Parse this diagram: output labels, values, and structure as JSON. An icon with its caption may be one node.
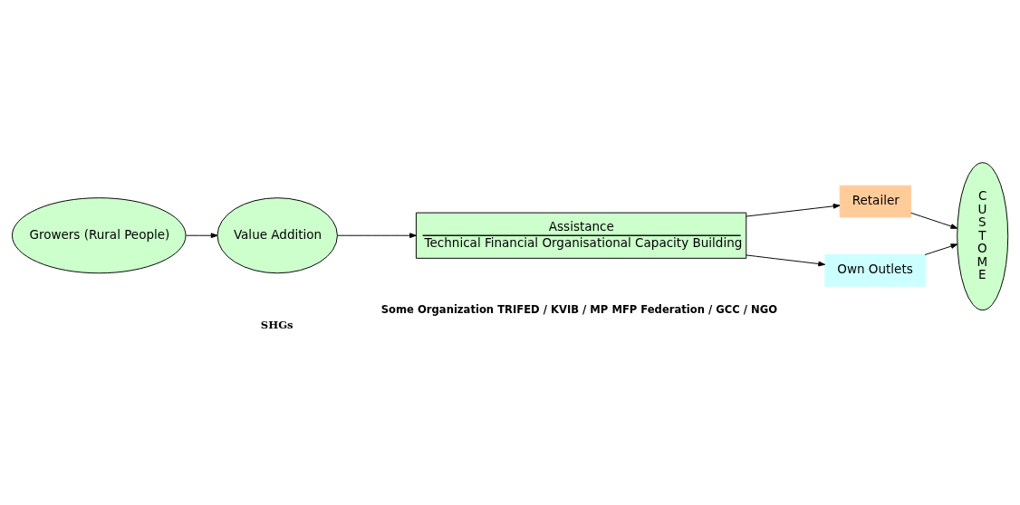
{
  "diagram": {
    "nodes": [
      {
        "text": [
          "Growers (Rural People)"
        ]
      },
      {
        "text": [
          "Value Addition"
        ]
      },
      {
        "text": [
          "Assistance",
          "Technical Financial Organisational Capacity Building"
        ]
      },
      {
        "text": [
          "Retailer"
        ]
      },
      {
        "text": [
          "Own Outlets"
        ]
      },
      {
        "text": [
          "CUSTOME"
        ]
      }
    ],
    "edges": [
      {
        "from": 0,
        "to": 1,
        "arrow": "to"
      },
      {
        "from": 1,
        "to": 2,
        "arrow": "to"
      },
      {
        "from": 2,
        "to": 3,
        "arrow": "to"
      },
      {
        "from": 2,
        "to": 4,
        "arrow": "to"
      },
      {
        "from": 3,
        "to": 5,
        "arrow": "to"
      },
      {
        "from": 4,
        "to": 5,
        "arrow": "to"
      }
    ],
    "labels": [
      "SHGs",
      "Some Organization TRIFED / KVIB / MP MFP Federation / GCC / NGO"
    ]
  }
}
